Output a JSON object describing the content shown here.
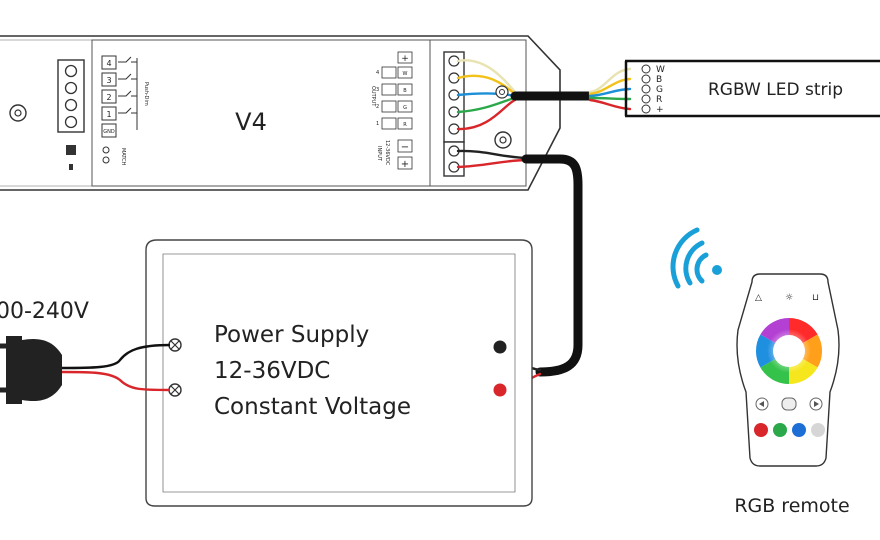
{
  "controller": {
    "model": "V4",
    "pushdim_label": "Push-Dim",
    "match_label": "MATCH",
    "input_keys": [
      "4",
      "3",
      "2",
      "1",
      "GND"
    ],
    "output_label": "OUTPUT",
    "output_channels": [
      {
        "num": "4",
        "code": "W"
      },
      {
        "num": "3",
        "code": "B"
      },
      {
        "num": "2",
        "code": "G"
      },
      {
        "num": "1",
        "code": "R"
      }
    ],
    "plus_sign": "+",
    "minus_sign": "−",
    "input_label": "INPUT",
    "input_voltage": "12-36VDC"
  },
  "strip": {
    "title": "RGBW LED strip",
    "channels": [
      "W",
      "B",
      "G",
      "R",
      "+"
    ]
  },
  "power_supply": {
    "line1": "Power Supply",
    "line2": "12-36VDC",
    "line3": "Constant Voltage"
  },
  "mains": {
    "voltage": "00-240V"
  },
  "remote": {
    "caption": "RGB remote"
  },
  "colors": {
    "wire_white": "#e8e3b0",
    "wire_yellow": "#f2c21b",
    "wire_blue": "#1d8fd6",
    "wire_green": "#2aa84a",
    "wire_red": "#d9262b",
    "wire_black": "#222222",
    "signal_blue": "#1aa0d8",
    "outline": "#333333"
  }
}
